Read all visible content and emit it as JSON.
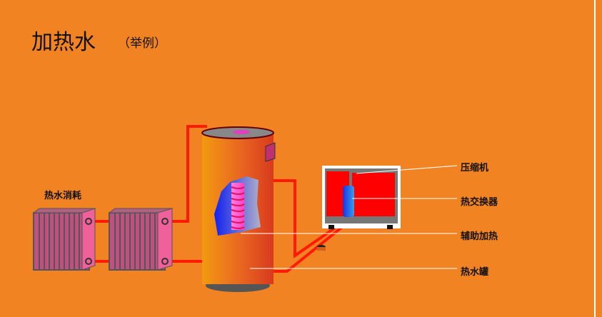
{
  "slide": {
    "title": "加热水",
    "subtitle": "（举例）"
  },
  "labels": {
    "consumption": "热水消耗",
    "compressor": "压缩机",
    "heat_exchanger": "热交换器",
    "aux_heating": "辅助加热",
    "tank": "热水罐"
  },
  "colors": {
    "background": "#F28322",
    "pipe": "#FF1A00",
    "radiator": "#F0609A",
    "unit_red": "#FF0000"
  }
}
